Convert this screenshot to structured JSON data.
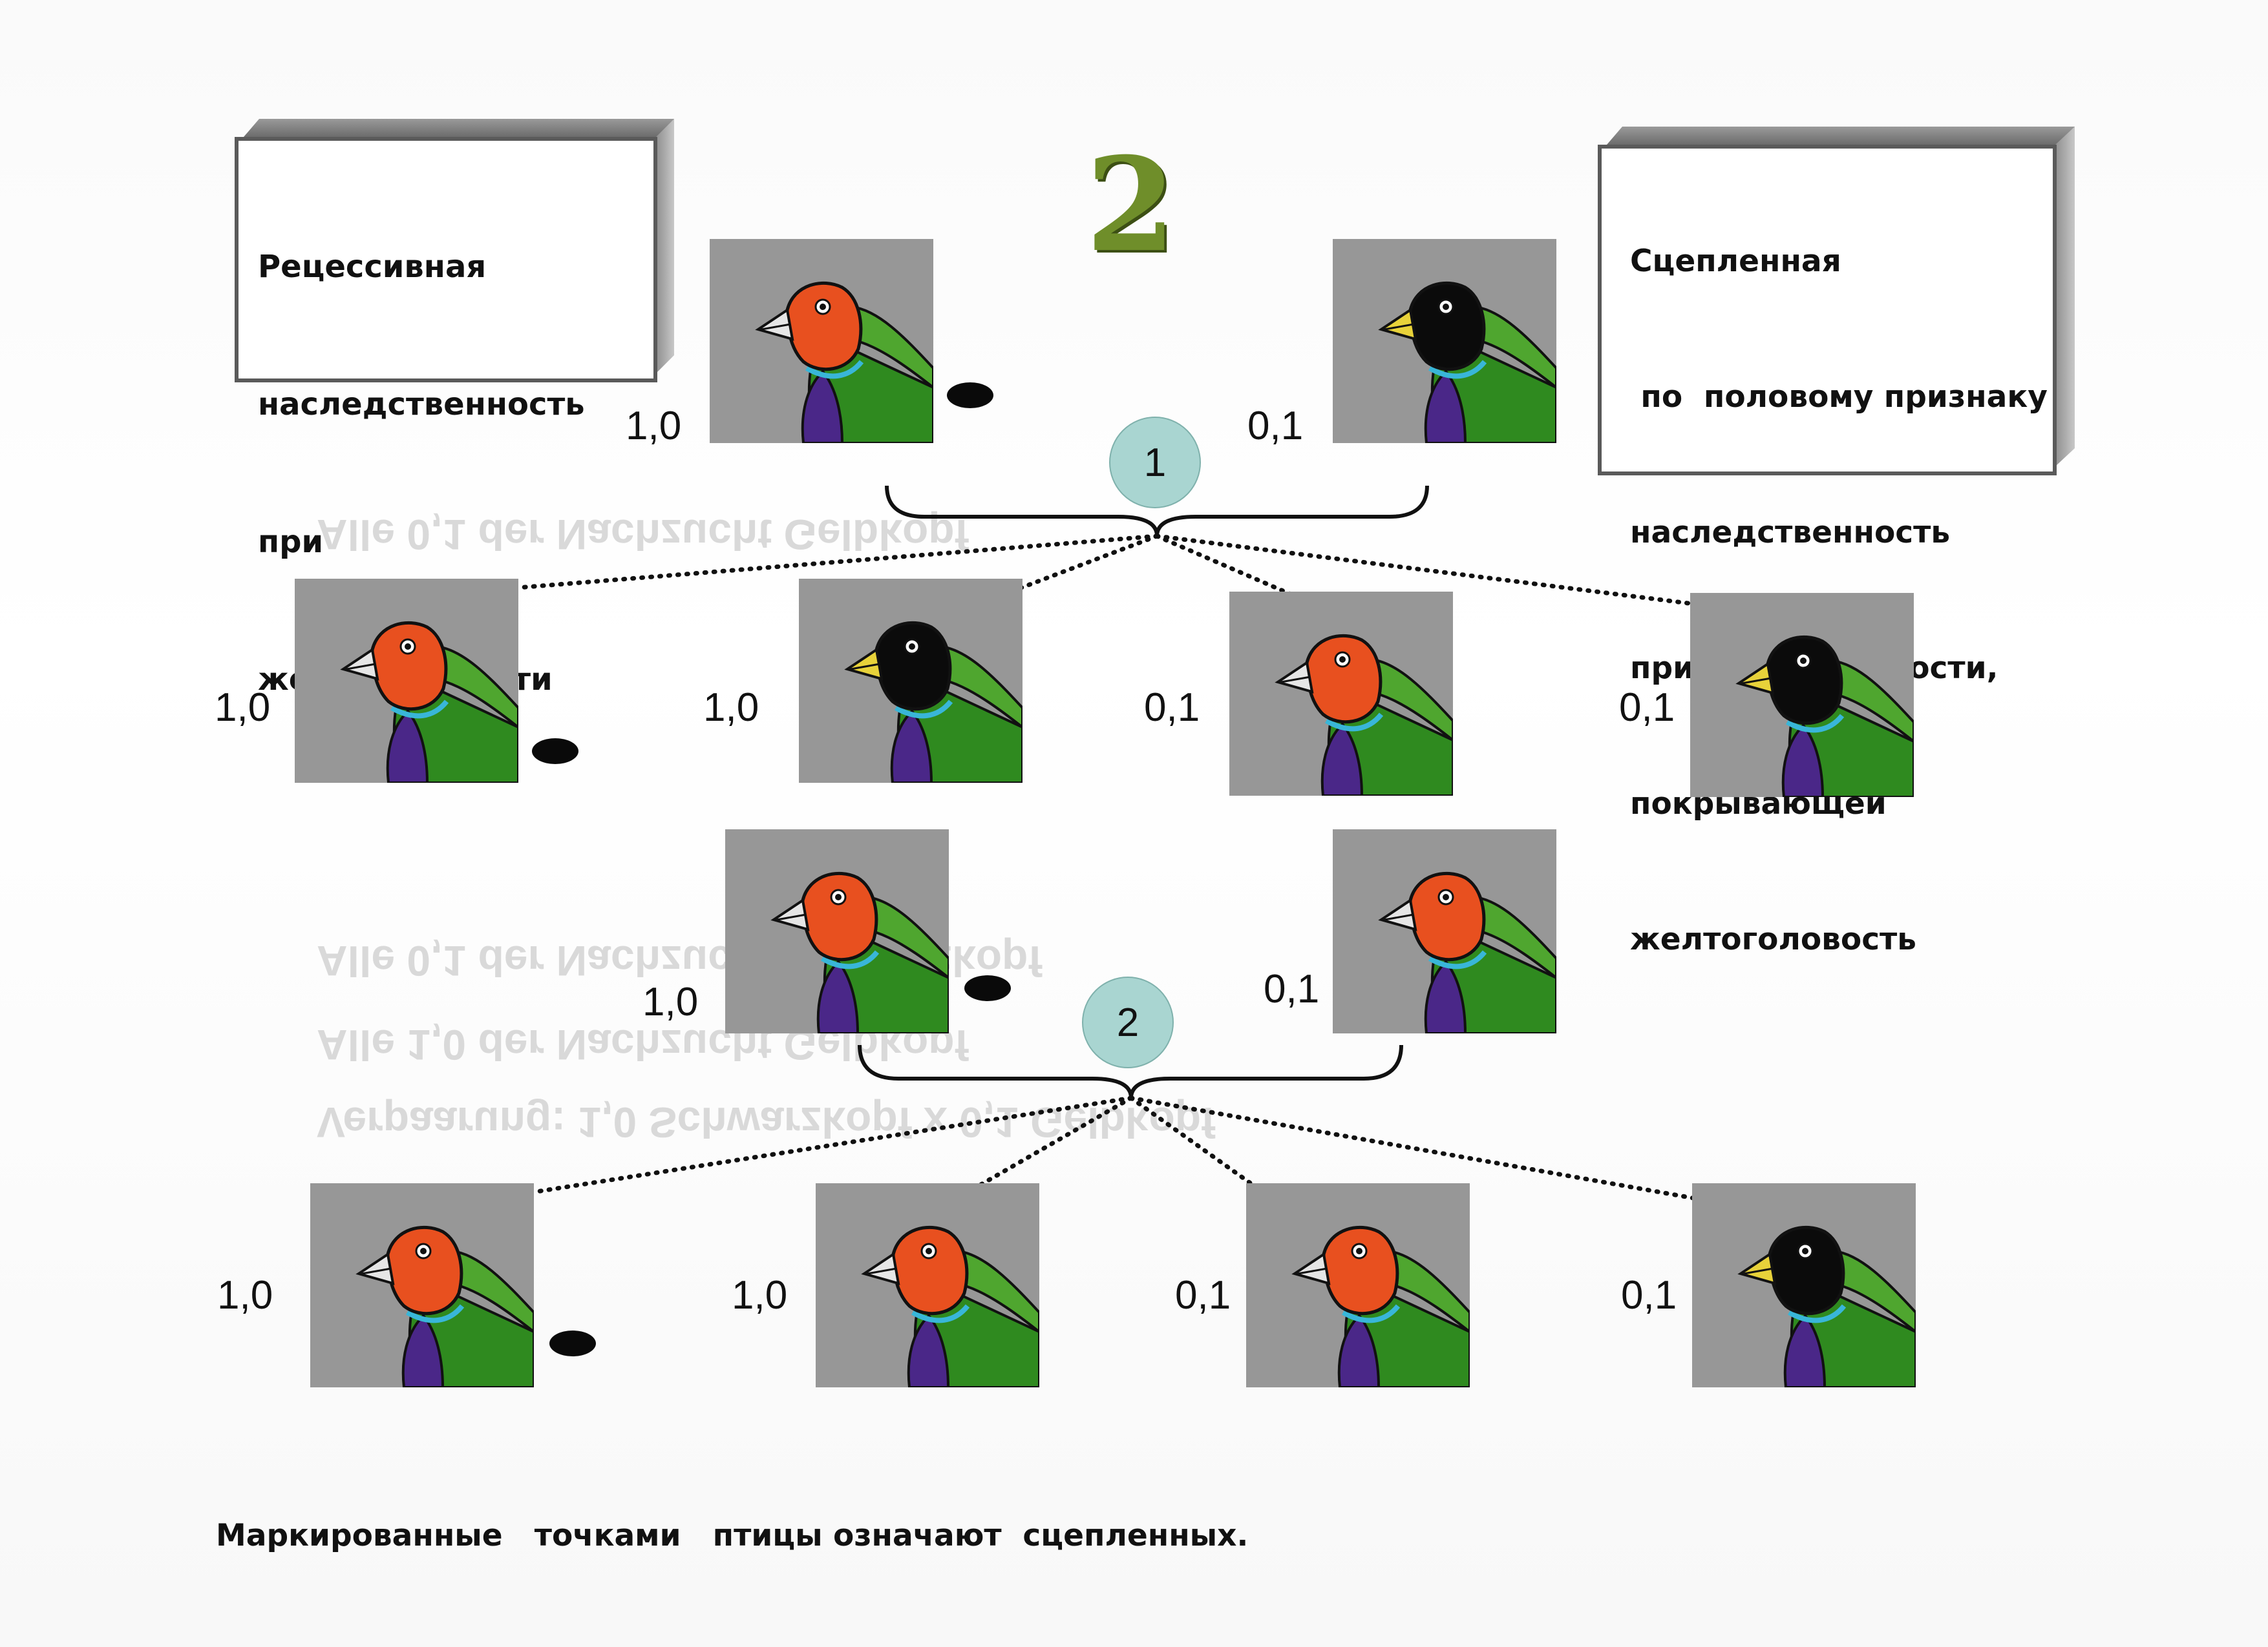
{
  "header": {
    "number": "2",
    "left_box": {
      "lines": [
        "Рецессивная",
        "наследственность",
        "при",
        "желтоголовости"
      ]
    },
    "right_box": {
      "lines": [
        "Сцепленная",
        " по  половому признаку",
        "наследственность",
        "при черноголовости,",
        "покрывающей",
        "желтоголовость"
      ]
    }
  },
  "generations": {
    "circle_1": "1",
    "circle_2": "2"
  },
  "birds": [
    {
      "id": "parent-1-male",
      "head": "red",
      "sex": "1,0",
      "marked": true
    },
    {
      "id": "parent-1-female",
      "head": "black",
      "sex": "0,1",
      "marked": false
    },
    {
      "id": "f1-a",
      "head": "red",
      "sex": "1,0",
      "marked": true
    },
    {
      "id": "f1-b",
      "head": "black",
      "sex": "1,0",
      "marked": false
    },
    {
      "id": "f1-c",
      "head": "red",
      "sex": "0,1",
      "marked": false
    },
    {
      "id": "f1-d",
      "head": "black",
      "sex": "0,1",
      "marked": false
    },
    {
      "id": "parent-2-male",
      "head": "red",
      "sex": "1,0",
      "marked": true
    },
    {
      "id": "parent-2-female",
      "head": "red",
      "sex": "0,1",
      "marked": false
    },
    {
      "id": "f2-a",
      "head": "red",
      "sex": "1,0",
      "marked": true
    },
    {
      "id": "f2-b",
      "head": "red",
      "sex": "1,0",
      "marked": false
    },
    {
      "id": "f2-c",
      "head": "red",
      "sex": "0,1",
      "marked": false
    },
    {
      "id": "f2-d",
      "head": "black",
      "sex": "0,1",
      "marked": false
    }
  ],
  "footer": "Маркированные   точками   птицы означают  сцепленных.",
  "colors": {
    "head_red": "#e8501f",
    "head_black": "#0b0b0b",
    "body_green": "#2f8a1f",
    "body_green_light": "#4fa62f",
    "chest_purple": "#4a2788",
    "beak": "#e6e6e6",
    "background_gray": "#8f8f8f",
    "circle_fill": "#a9d5d1",
    "number_green": "#6f8e2a"
  }
}
